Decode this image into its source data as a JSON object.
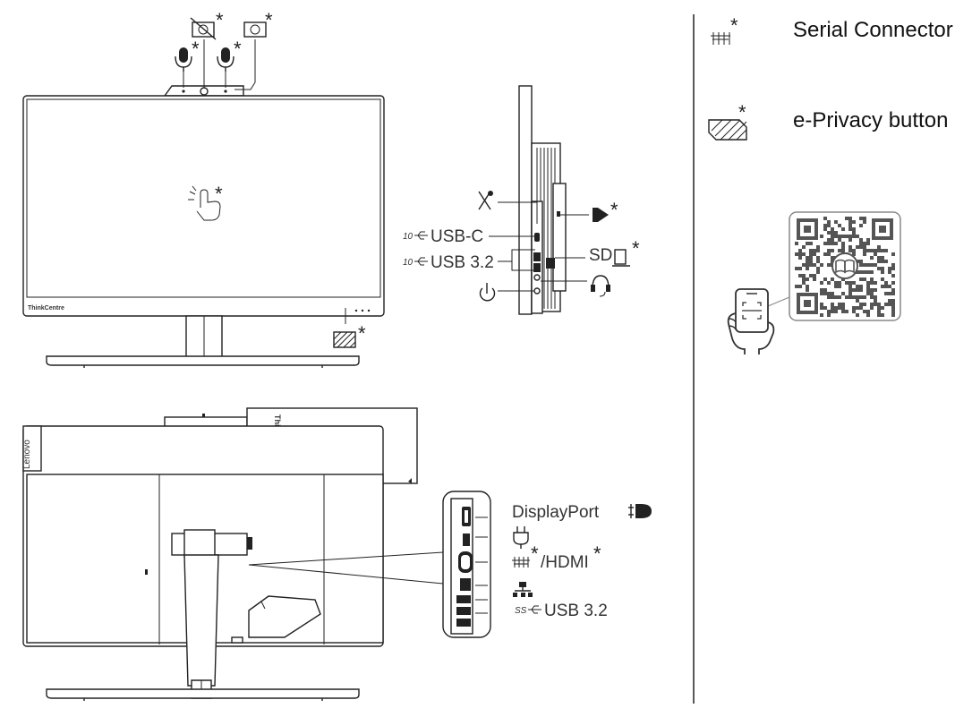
{
  "front": {
    "brand_logo": "ThinkCentre",
    "asterisk": "*"
  },
  "side": {
    "usb_c_label": "USB-C",
    "usb_c_speed": "10",
    "usb32_label": "USB 3.2",
    "usb32_speed": "10",
    "sd_label": "SD"
  },
  "rear": {
    "lenovo_logo": "Lenovo",
    "box_logo": "ThinkCentre",
    "displayport_label": "DisplayPort",
    "hdmi_label": "/HDMI",
    "usb_label": "USB 3.2",
    "usb_speed": "SS"
  },
  "legend": {
    "items": [
      {
        "icon": "serial-connector-icon",
        "label": "Serial Connector"
      },
      {
        "icon": "e-privacy-icon",
        "label": "e-Privacy button"
      }
    ]
  }
}
